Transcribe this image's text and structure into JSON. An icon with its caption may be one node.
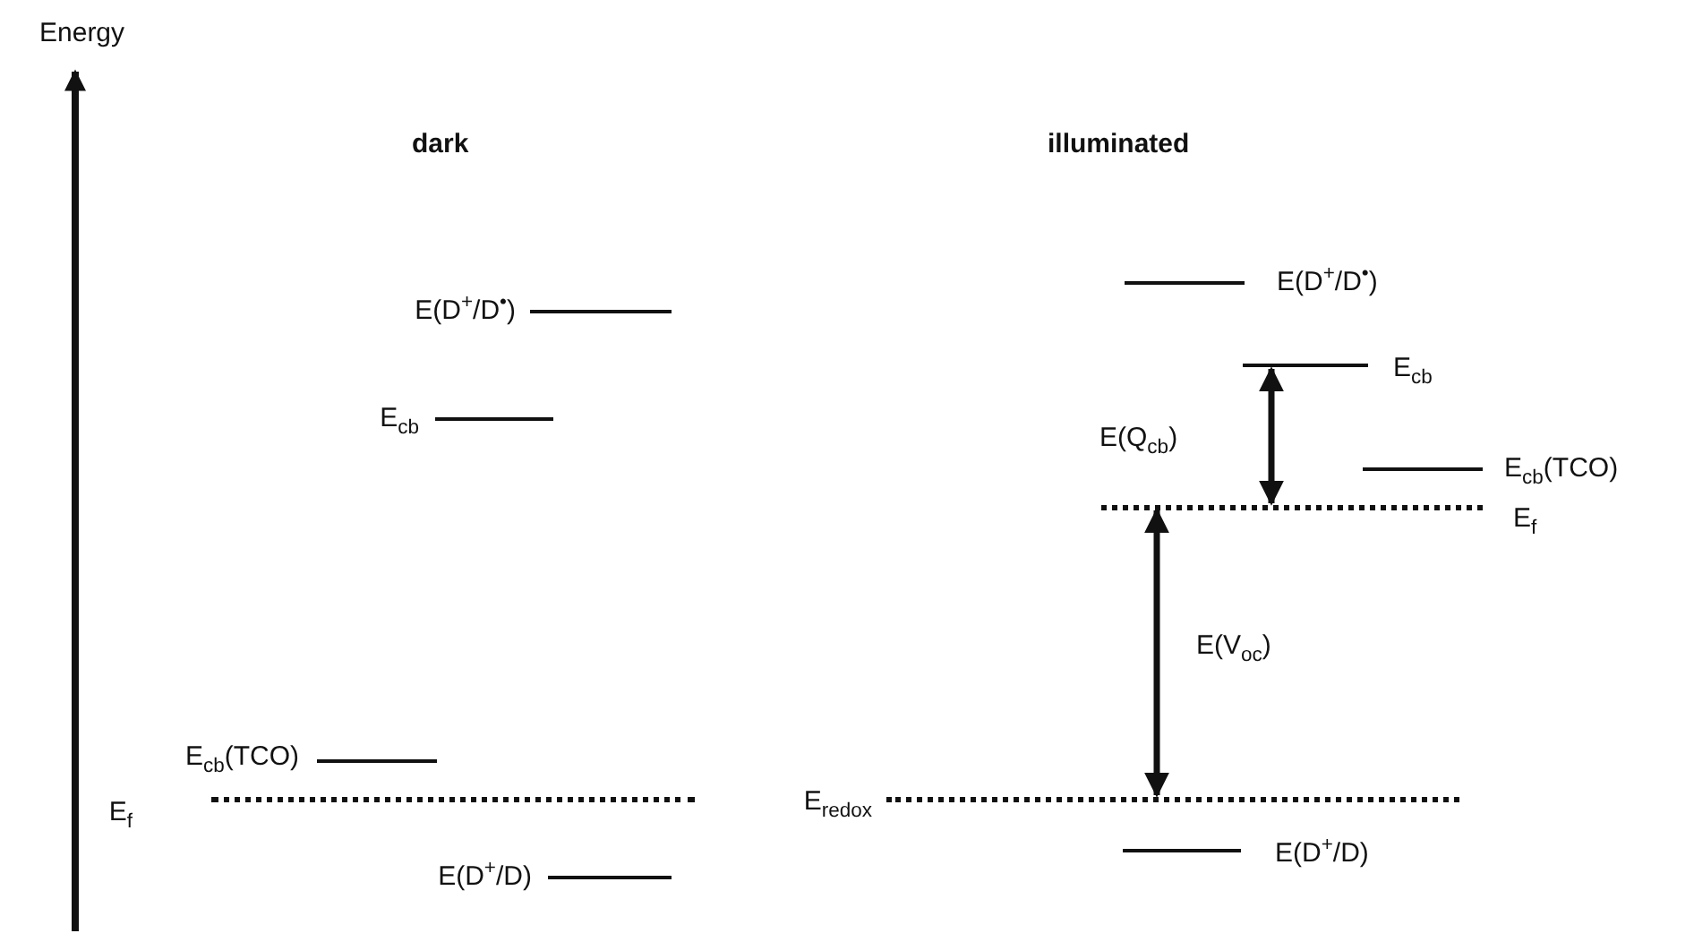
{
  "diagram": {
    "nodes": [
      {
        "text": [
          "E(D$^{+}$/D$^{•}$)"
        ]
      },
      {
        "text": [
          "E$_{cb}$"
        ]
      },
      {
        "text": [
          "E$_{cb}$(TCO)"
        ]
      },
      {
        "text": [
          "E$_{f}$"
        ]
      },
      {
        "text": [
          "E$_{redox}$"
        ]
      },
      {
        "text": [
          "E(D$^{+}$/D)"
        ]
      },
      {
        "text": [
          "E(D$^{+}$/D$^{•}$)"
        ]
      },
      {
        "text": [
          "E$_{cb}$"
        ]
      },
      {
        "text": [
          "E$_{cb}$(TCO)"
        ]
      },
      {
        "text": [
          "E$_{f}$"
        ]
      },
      {
        "text": [
          "E(D$^{+}$/D)"
        ]
      }
    ],
    "edges": [
      {
        "from": 7,
        "to": 9,
        "arrow": "both",
        "label": "E(Q$_{cb}$)"
      },
      {
        "from": 9,
        "to": 4,
        "arrow": "both",
        "label": "E(V$_{oc}$)"
      }
    ],
    "labels": [
      "Energy",
      "dark",
      "illuminated"
    ]
  }
}
